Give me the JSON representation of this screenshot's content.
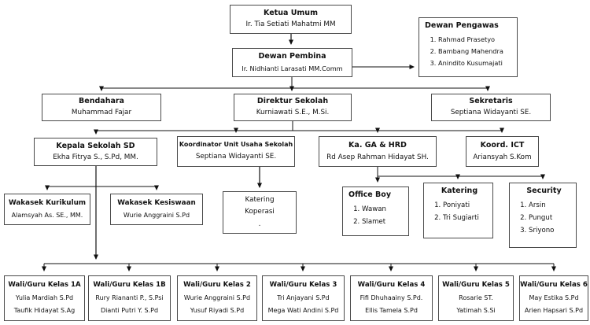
{
  "org": {
    "colors": {
      "background": "#ffffff",
      "box_border": "#4a4a4a",
      "line": "#111111",
      "text": "#111111"
    },
    "nodes": {
      "ketua_umum": {
        "title": "Ketua Umum",
        "name": "Ir. Tia Setiati Mahatmi MM"
      },
      "dewan_pengawas": {
        "title": "Dewan Pengawas",
        "members": [
          "Rahmad Prasetyo",
          "Bambang Mahendra",
          "Anindito Kusumajati"
        ]
      },
      "dewan_pembina": {
        "title": "Dewan Pembina",
        "name": "Ir. Nidhianti Larasati MM.Comm"
      },
      "bendahara": {
        "title": "Bendahara",
        "name": "Muhammad Fajar"
      },
      "direktur_sekolah": {
        "title": "Direktur Sekolah",
        "name": "Kurniawati S.E., M.Si."
      },
      "sekretaris": {
        "title": "Sekretaris",
        "name": "Septiana Widayanti SE."
      },
      "kepala_sekolah_sd": {
        "title": "Kepala Sekolah SD",
        "name": "Ekha Fitrya S., S.Pd, MM."
      },
      "koordinator_unit_usaha": {
        "title": "Koordinator Unit Usaha Sekolah",
        "name": "Septiana Widayanti SE."
      },
      "ka_ga_hrd": {
        "title": "Ka. GA & HRD",
        "name": "Rd Asep Rahman Hidayat SH."
      },
      "koord_ict": {
        "title": "Koord. ICT",
        "name": "Ariansyah S.Kom"
      },
      "wakasek_kurikulum": {
        "title": "Wakasek Kurikulum",
        "name": "Alamsyah As. SE., MM."
      },
      "wakasek_kesiswaan": {
        "title": "Wakasek Kesiswaan",
        "name": "Wurie Anggraini S.Pd"
      },
      "unit_usaha_list": {
        "lines": [
          "Katering",
          "Koperasi",
          "."
        ]
      },
      "office_boy": {
        "title": "Office Boy",
        "members": [
          "Wawan",
          "Slamet"
        ]
      },
      "katering": {
        "title": "Katering",
        "members": [
          "Poniyati",
          "Tri Sugiarti"
        ]
      },
      "security": {
        "title": "Security",
        "members": [
          "Arsin",
          "Pungut",
          "Sriyono"
        ]
      },
      "kelas_1a": {
        "title": "Wali/Guru Kelas 1A",
        "names": [
          "Yulia Mardiah S.Pd",
          "Taufik Hidayat S.Ag"
        ]
      },
      "kelas_1b": {
        "title": "Wali/Guru Kelas 1B",
        "names": [
          "Rury Riananti P., S.Psi",
          "Dianti Putri Y. S.Pd"
        ]
      },
      "kelas_2": {
        "title": "Wali/Guru Kelas 2",
        "names": [
          "Wurie Anggraini S.Pd",
          "Yusuf Riyadi S.Pd"
        ]
      },
      "kelas_3": {
        "title": "Wali/Guru Kelas 3",
        "names": [
          "Tri Anjayani S.Pd",
          "Mega Wati Andini S.Pd"
        ]
      },
      "kelas_4": {
        "title": "Wali/Guru Kelas 4",
        "names": [
          "Fifi Dhuhaainy S.Pd.",
          "Ellis Tamela S.Pd"
        ]
      },
      "kelas_5": {
        "title": "Wali/Guru Kelas 5",
        "names": [
          "Rosarie ST.",
          "Yatimah S.Si"
        ]
      },
      "kelas_6": {
        "title": "Wali/Guru Kelas 6",
        "names": [
          "May Estika S.Pd",
          "Arien Hapsari S.Pd"
        ]
      }
    }
  }
}
